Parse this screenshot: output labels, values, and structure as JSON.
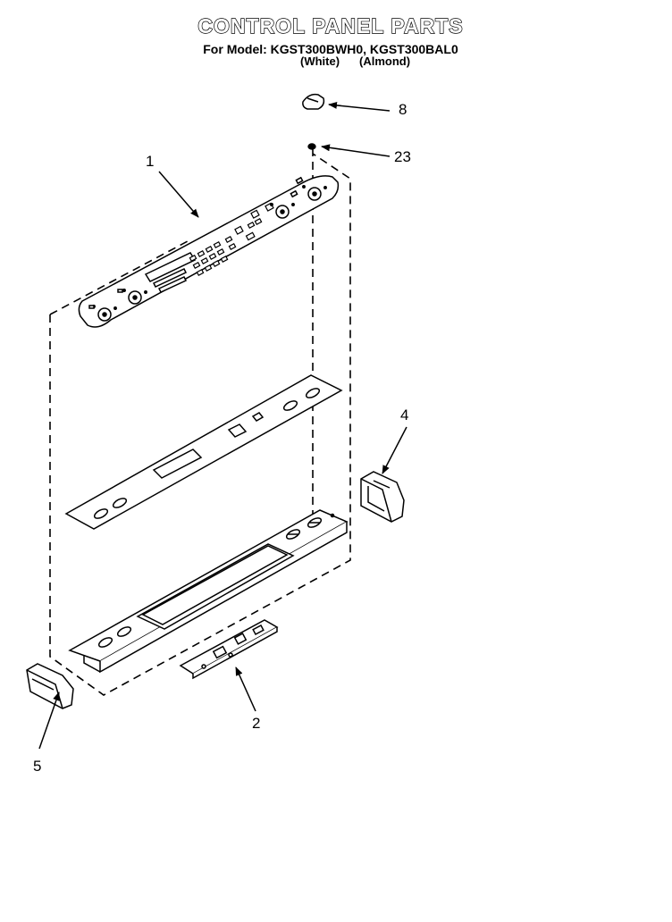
{
  "header": {
    "title": "CONTROL PANEL PARTS",
    "model_line": "For Model: KGST300BWH0, KGST300BAL0",
    "variant_white": "(White)",
    "variant_almond": "(Almond)"
  },
  "callouts": {
    "p1": "1",
    "p2": "2",
    "p4": "4",
    "p5": "5",
    "p8": "8",
    "p23": "23"
  }
}
